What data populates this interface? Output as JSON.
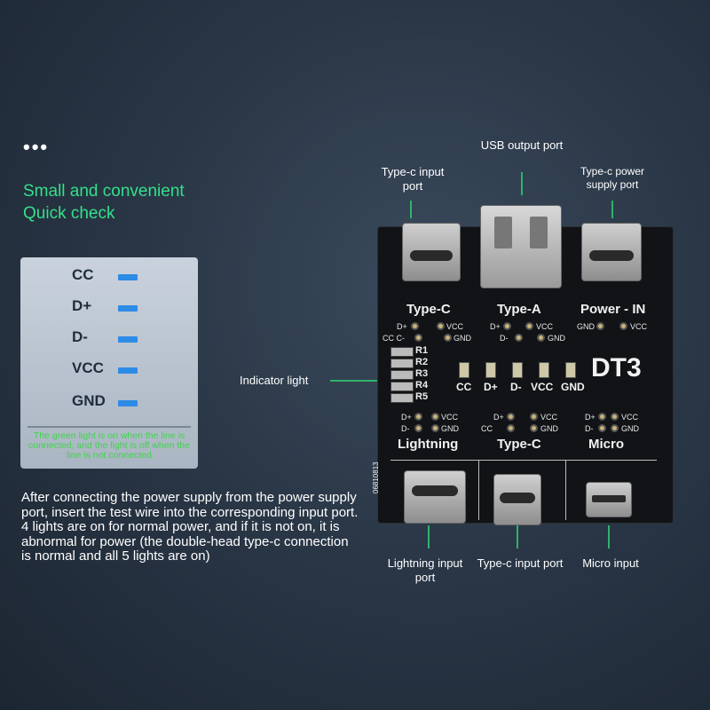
{
  "header": {
    "dots": "•••",
    "tagline_1": "Small and convenient",
    "tagline_2": "Quick check"
  },
  "legend": {
    "rows": [
      "CC",
      "D+",
      "D-",
      "VCC",
      "GND"
    ],
    "note": "The green light is on when the line is connected, and the light is off when the line is not connected",
    "bar_color": "#2e8be6",
    "note_color": "#3fd54a"
  },
  "paragraph": "After connecting the power supply from the power supply port, insert the test wire into the corresponding input port. 4 lights are on for normal power, and if it is not on, it is abnormal for power (the double-head type-c connection is normal and all 5 lights are on)",
  "callouts": {
    "usb_output": "USB output port",
    "typec_input": "Type-c input port",
    "typec_power": "Type-c power supply port",
    "indicator": "Indicator light",
    "lightning_input": "Lightning input port",
    "typec_input_bottom": "Type-c input port",
    "micro_input": "Micro input"
  },
  "board": {
    "model": "DT3",
    "serial": "06810813",
    "top_labels": [
      "Type-C",
      "Type-A",
      "Power - IN"
    ],
    "bottom_labels": [
      "Lightning",
      "Type-C",
      "Micro"
    ],
    "resistors": [
      "R1",
      "R2",
      "R3",
      "R4",
      "R5"
    ],
    "led_labels": [
      "CC",
      "D+",
      "D-",
      "VCC",
      "GND"
    ],
    "pins": {
      "tc_top_1": "D+",
      "tc_top_2": "VCC",
      "tc_top_3": "CC C-",
      "tc_top_4": "GND",
      "ta_1": "D+",
      "ta_2": "VCC",
      "ta_3": "D-",
      "ta_4": "GND",
      "pw_1": "GND",
      "pw_2": "VCC",
      "lt_1": "D+",
      "lt_2": "VCC",
      "lt_3": "D-",
      "lt_4": "GND",
      "tcb_1": "D+",
      "tcb_2": "VCC",
      "tcb_3": "CC",
      "tcb_4": "GND",
      "mi_1": "D+",
      "mi_2": "VCC",
      "mi_3": "D-",
      "mi_4": "GND"
    }
  },
  "colors": {
    "accent_green": "#34e08a",
    "line_green": "#2fb36a"
  }
}
